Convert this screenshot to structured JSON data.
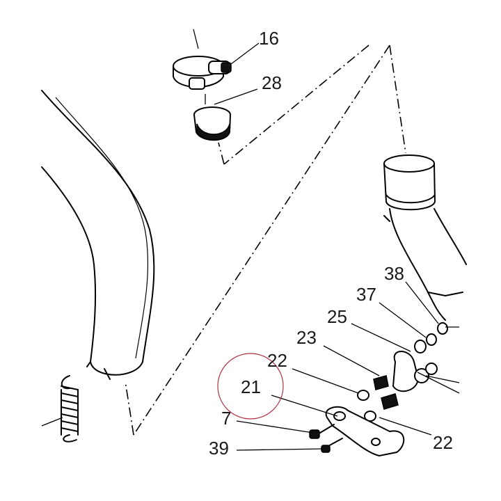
{
  "callouts": {
    "c16": "16",
    "c28": "28",
    "c38": "38",
    "c37": "37",
    "c25": "25",
    "c23": "23",
    "c22a": "22",
    "c21": "21",
    "c7": "7",
    "c22b": "22",
    "c39": "39"
  },
  "highlight_color": "#b03040"
}
